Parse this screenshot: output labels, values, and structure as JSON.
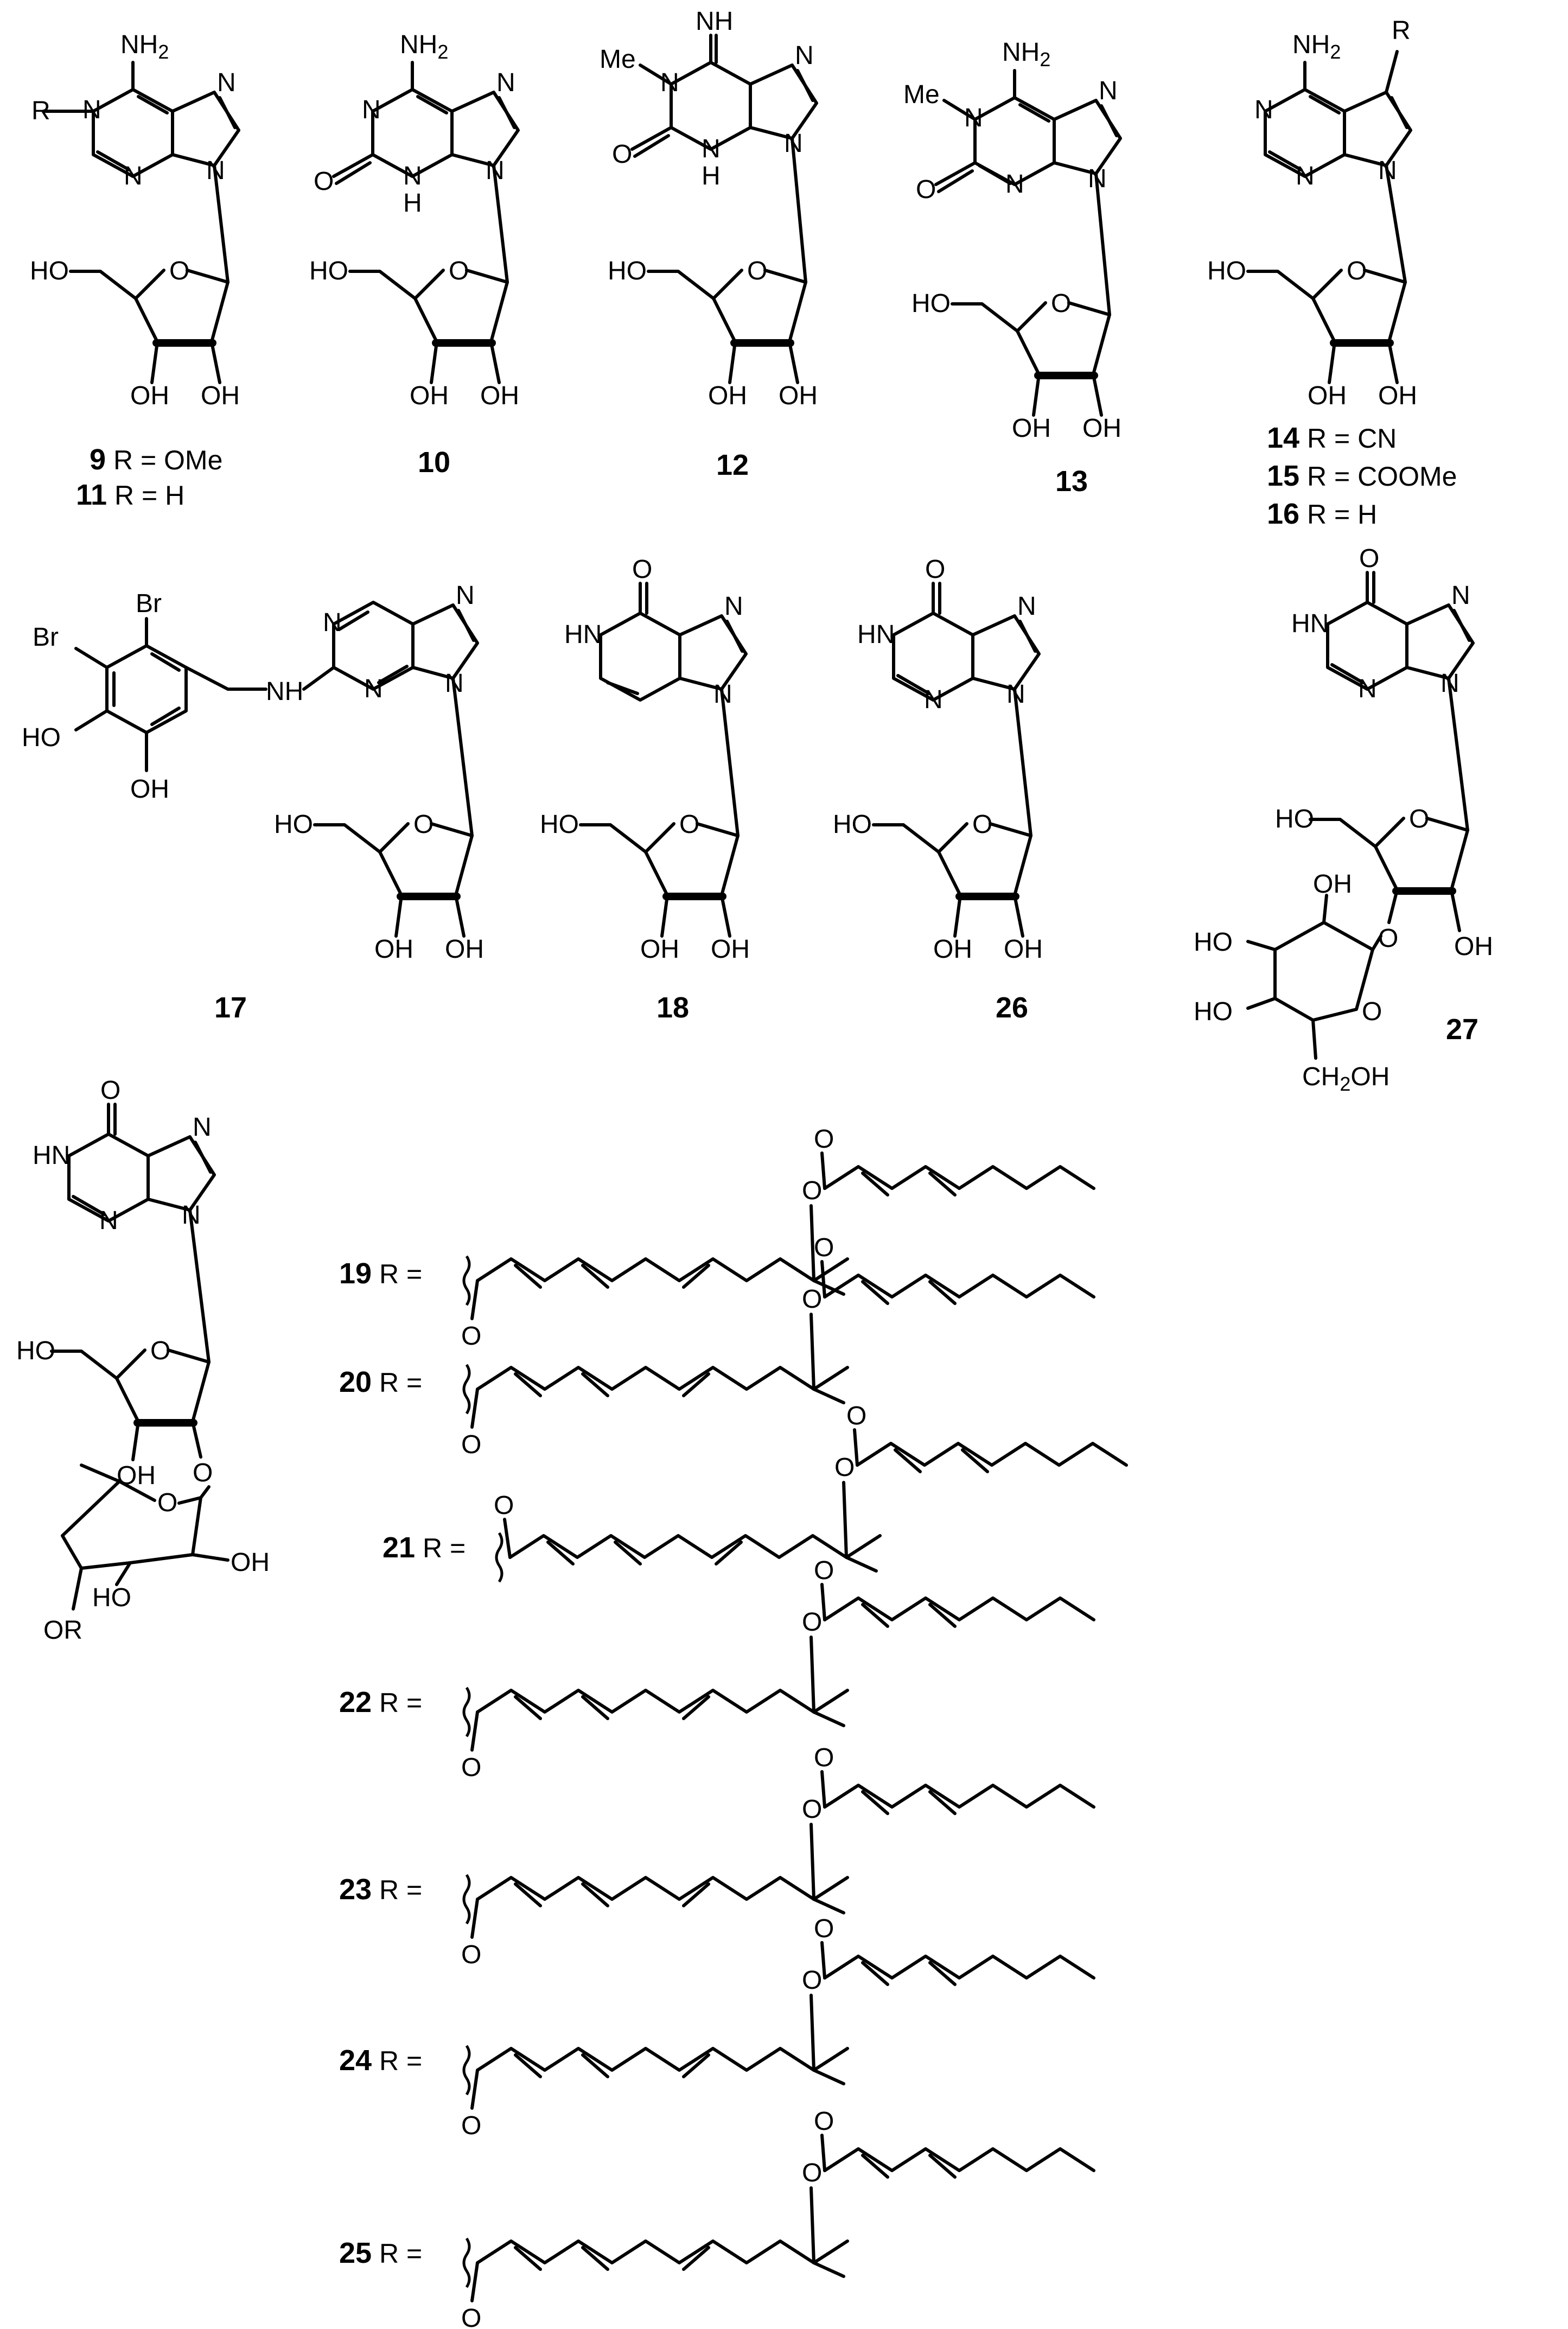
{
  "figure": {
    "top_row": [
      {
        "id": "nuc-9-11",
        "substituent_label": "R",
        "atoms": {
          "amine": "NH",
          "amine_sub": "2",
          "n1": "N",
          "n3": "N",
          "n7": "N",
          "n9": "N",
          "ho5": "HO",
          "o4": "O",
          "oh3": "OH",
          "oh2": "OH"
        },
        "captions": [
          {
            "num": "9",
            "text": "R = OMe"
          },
          {
            "num": "11",
            "text": "R = H"
          }
        ]
      },
      {
        "id": "nuc-10",
        "atoms": {
          "amine": "NH",
          "amine_sub": "2",
          "n1": "N",
          "n3": "N",
          "h3": "H",
          "oxo": "O",
          "n7": "N",
          "n9": "N",
          "ho5": "HO",
          "o4": "O",
          "oh3": "OH",
          "oh2": "OH"
        },
        "captions": [
          {
            "num": "10",
            "text": ""
          }
        ]
      },
      {
        "id": "nuc-12",
        "atoms": {
          "imine": "NH",
          "methyl": "Me",
          "n1": "N",
          "n3": "N",
          "h3": "H",
          "oxo": "O",
          "n7": "N",
          "n9": "N",
          "ho5": "HO",
          "o4": "O",
          "oh3": "OH",
          "oh2": "OH"
        },
        "captions": [
          {
            "num": "12",
            "text": ""
          }
        ]
      },
      {
        "id": "nuc-13",
        "atoms": {
          "amine": "NH",
          "amine_sub": "2",
          "methyl": "Me",
          "n1": "N",
          "n3": "N",
          "oxo": "O",
          "n7": "N",
          "n9": "N",
          "ho5": "HO",
          "o4": "O",
          "oh3": "OH",
          "oh2": "OH"
        },
        "captions": [
          {
            "num": "13",
            "text": ""
          }
        ]
      },
      {
        "id": "nuc-14-16",
        "substituent_label": "R",
        "atoms": {
          "amine": "NH",
          "amine_sub": "2",
          "n1": "N",
          "n3": "N",
          "n7": "N",
          "ho5": "HO",
          "o4": "O",
          "oh3": "OH",
          "oh2": "OH"
        },
        "captions": [
          {
            "num": "14",
            "text": "R = CN"
          },
          {
            "num": "15",
            "text": "R = COOMe"
          },
          {
            "num": "16",
            "text": "R = H"
          }
        ]
      }
    ],
    "middle_row": [
      {
        "id": "nuc-17",
        "atoms": {
          "br1": "Br",
          "br2": "Br",
          "ho1": "HO",
          "oh1": "OH",
          "nh": "NH",
          "n1": "N",
          "n3": "N",
          "n7": "N",
          "n9": "N",
          "ho5": "HO",
          "o4": "O",
          "oh3": "OH",
          "oh2": "OH"
        },
        "captions": [
          {
            "num": "17",
            "text": ""
          }
        ]
      },
      {
        "id": "nuc-18",
        "atoms": {
          "oxo": "O",
          "hn": "HN",
          "n7": "N",
          "n9": "N",
          "ho5": "HO",
          "o4": "O",
          "oh3": "OH",
          "oh2": "OH"
        },
        "captions": [
          {
            "num": "18",
            "text": ""
          }
        ]
      },
      {
        "id": "nuc-26",
        "atoms": {
          "oxo": "O",
          "hn": "HN",
          "n3": "N",
          "n7": "N",
          "n9": "N",
          "ho5": "HO",
          "o4": "O",
          "oh3": "OH",
          "oh2": "OH"
        },
        "captions": [
          {
            "num": "26",
            "text": ""
          }
        ]
      },
      {
        "id": "nuc-27",
        "atoms": {
          "oxo": "O",
          "hn": "HN",
          "n3": "N",
          "n7": "N",
          "n9": "N",
          "ho5": "HO",
          "o4": "O",
          "olink": "O",
          "oh2": "OH",
          "g_oh2": "OH",
          "g_ho3": "HO",
          "g_ho4": "HO",
          "g_o5": "O",
          "g_ch2oh_a": "CH",
          "g_ch2oh_sub": "2",
          "g_ch2oh_b": "OH"
        },
        "captions": [
          {
            "num": "27",
            "text": ""
          }
        ]
      }
    ],
    "bottom_core": {
      "atoms": {
        "oxo": "O",
        "hn": "HN",
        "n3": "N",
        "n7": "N",
        "n9": "N",
        "ho5": "HO",
        "o4": "O",
        "oh3": "OH",
        "olink": "O",
        "s_o5": "O",
        "s_oh2": "OH",
        "s_ho3": "HO",
        "s_or": "OR"
      }
    },
    "r_groups": [
      {
        "num": "19",
        "label": "R =",
        "ester_o": "O",
        "carbonyl": "O",
        "ketone": "O"
      },
      {
        "num": "20",
        "label": "R =",
        "ester_o": "O",
        "carbonyl": "O",
        "ketone": "O"
      },
      {
        "num": "21",
        "label": "R =",
        "ester_o": "O",
        "carbonyl": "O",
        "ketone": "O"
      },
      {
        "num": "22",
        "label": "R =",
        "ester_o": "O",
        "carbonyl": "O",
        "ketone": "O"
      },
      {
        "num": "23",
        "label": "R =",
        "ester_o": "O",
        "carbonyl": "O",
        "ketone": "O"
      },
      {
        "num": "24",
        "label": "R =",
        "ester_o": "O",
        "carbonyl": "O",
        "ketone": "O"
      },
      {
        "num": "25",
        "label": "R =",
        "ester_o": "O",
        "carbonyl": "O",
        "ketone": "O"
      }
    ]
  }
}
